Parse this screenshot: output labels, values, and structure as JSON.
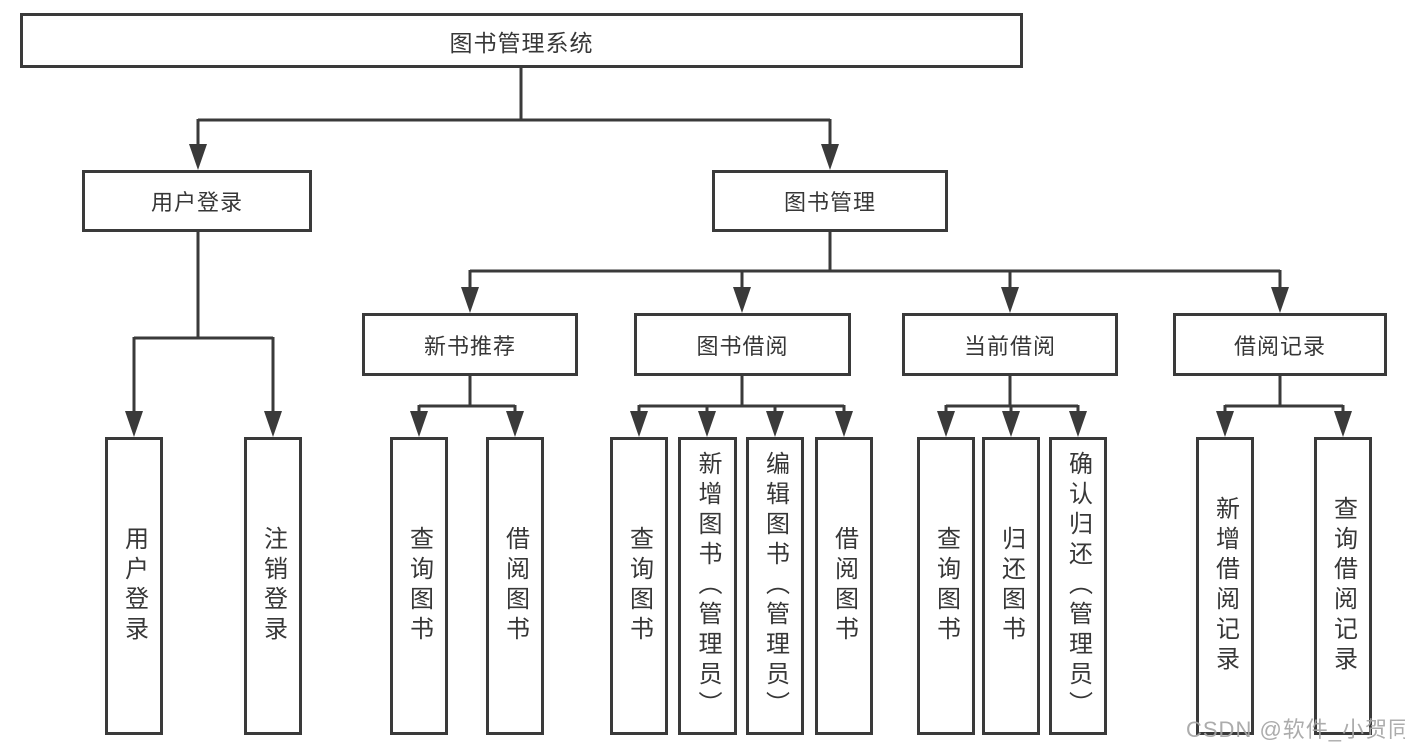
{
  "tree": {
    "root": "图书管理系统",
    "children": [
      {
        "label": "用户登录",
        "children": [
          "用户登录",
          "注销登录"
        ]
      },
      {
        "label": "图书管理",
        "children": [
          {
            "label": "新书推荐",
            "children": [
              "查询图书",
              "借阅图书"
            ]
          },
          {
            "label": "图书借阅",
            "children": [
              "查询图书",
              "新增图书（管理员）",
              "编辑图书（管理员）",
              "借阅图书"
            ]
          },
          {
            "label": "当前借阅",
            "children": [
              "查询图书",
              "归还图书",
              "确认归还（管理员）"
            ]
          },
          {
            "label": "借阅记录",
            "children": [
              "新增借阅记录",
              "查询借阅记录"
            ]
          }
        ]
      }
    ]
  },
  "watermark": {
    "text": "CSDN @软件_小贺同学"
  },
  "colors": {
    "line": "#3a3a3a",
    "box_border": "#3a3a3a",
    "text": "#373737",
    "background": "#ffffff",
    "watermark": "#a5a5a5"
  }
}
